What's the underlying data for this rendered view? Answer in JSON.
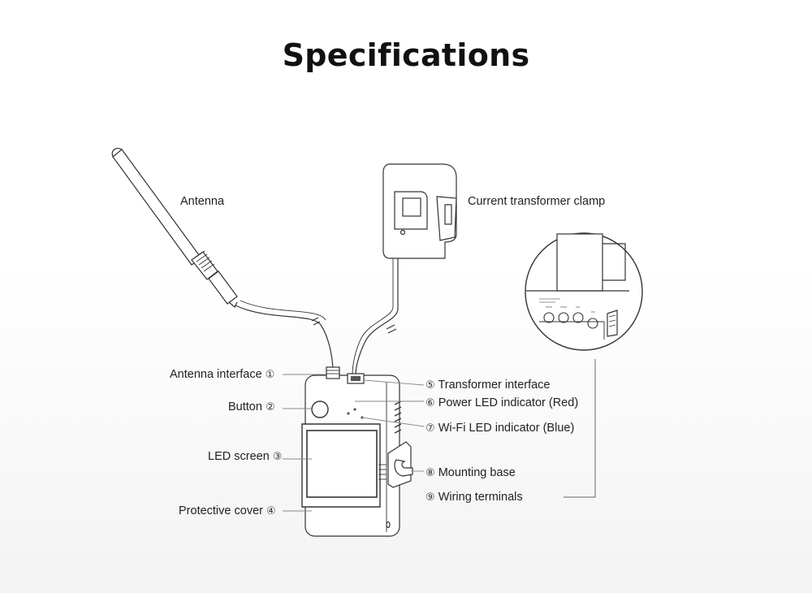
{
  "title": "Specifications",
  "top_labels": {
    "antenna": "Antenna",
    "ct_clamp": "Current transformer clamp"
  },
  "left_callouts": [
    {
      "text": "Antenna interface",
      "marker": "①"
    },
    {
      "text": "Button",
      "marker": "②"
    },
    {
      "text": "LED screen",
      "marker": "③"
    },
    {
      "text": "Protective cover",
      "marker": "④"
    }
  ],
  "right_callouts": [
    {
      "text": "Transformer interface",
      "marker": "⑤"
    },
    {
      "text": "Power LED indicator (Red)",
      "marker": "⑥"
    },
    {
      "text": "Wi-Fi LED indicator (Blue)",
      "marker": "⑦"
    },
    {
      "text": "Mounting base",
      "marker": "⑧"
    },
    {
      "text": "Wiring terminals",
      "marker": "⑨"
    }
  ]
}
